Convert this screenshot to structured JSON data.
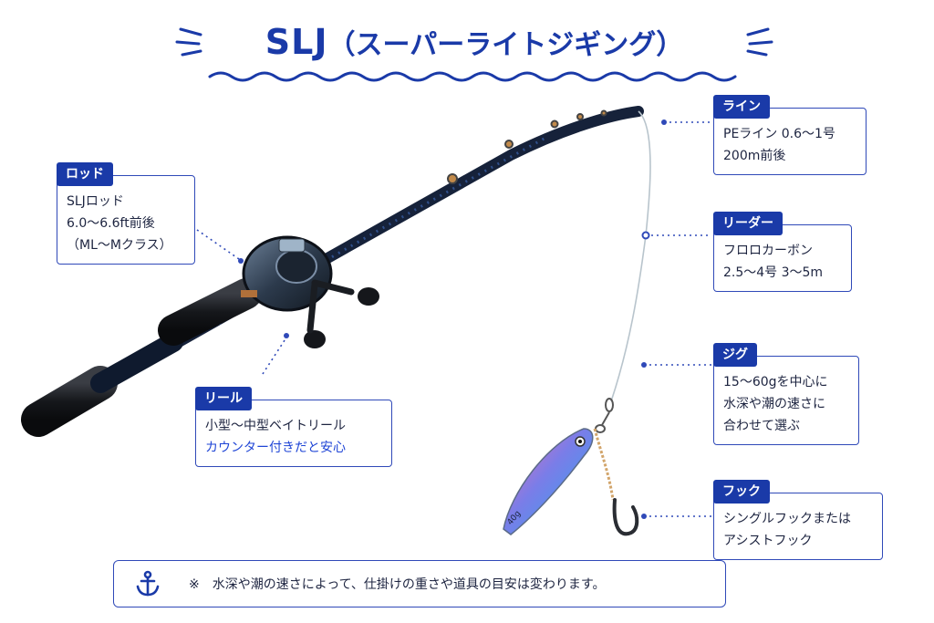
{
  "title": {
    "main": "SLJ",
    "sub": "（スーパーライトジギング）"
  },
  "colors": {
    "accent": "#1a3aa8",
    "link": "#1f45d6",
    "border": "#2f49b8",
    "text": "#1d2440"
  },
  "callouts": {
    "rod": {
      "label": "ロッド",
      "lines": [
        "SLJロッド",
        "6.0〜6.6ft前後",
        "（ML〜Mクラス）"
      ]
    },
    "reel": {
      "label": "リール",
      "lines": [
        "小型〜中型ベイトリール"
      ],
      "highlight": "カウンター付きだと安心"
    },
    "line": {
      "label": "ライン",
      "lines": [
        "PEライン 0.6〜1号",
        "200m前後"
      ]
    },
    "leader": {
      "label": "リーダー",
      "lines": [
        "フロロカーボン",
        "2.5〜4号 3〜5m"
      ]
    },
    "jig": {
      "label": "ジグ",
      "lines": [
        "15〜60gを中心に",
        "水深や潮の速さに",
        "合わせて選ぶ"
      ]
    },
    "hook": {
      "label": "フック",
      "lines": [
        "シングルフックまたは",
        "アシストフック"
      ]
    }
  },
  "jig_marking": "40g",
  "note": {
    "icon": "anchor-icon",
    "text": "※　水深や潮の速さによって、仕掛けの重さや道具の目安は変わります。"
  }
}
